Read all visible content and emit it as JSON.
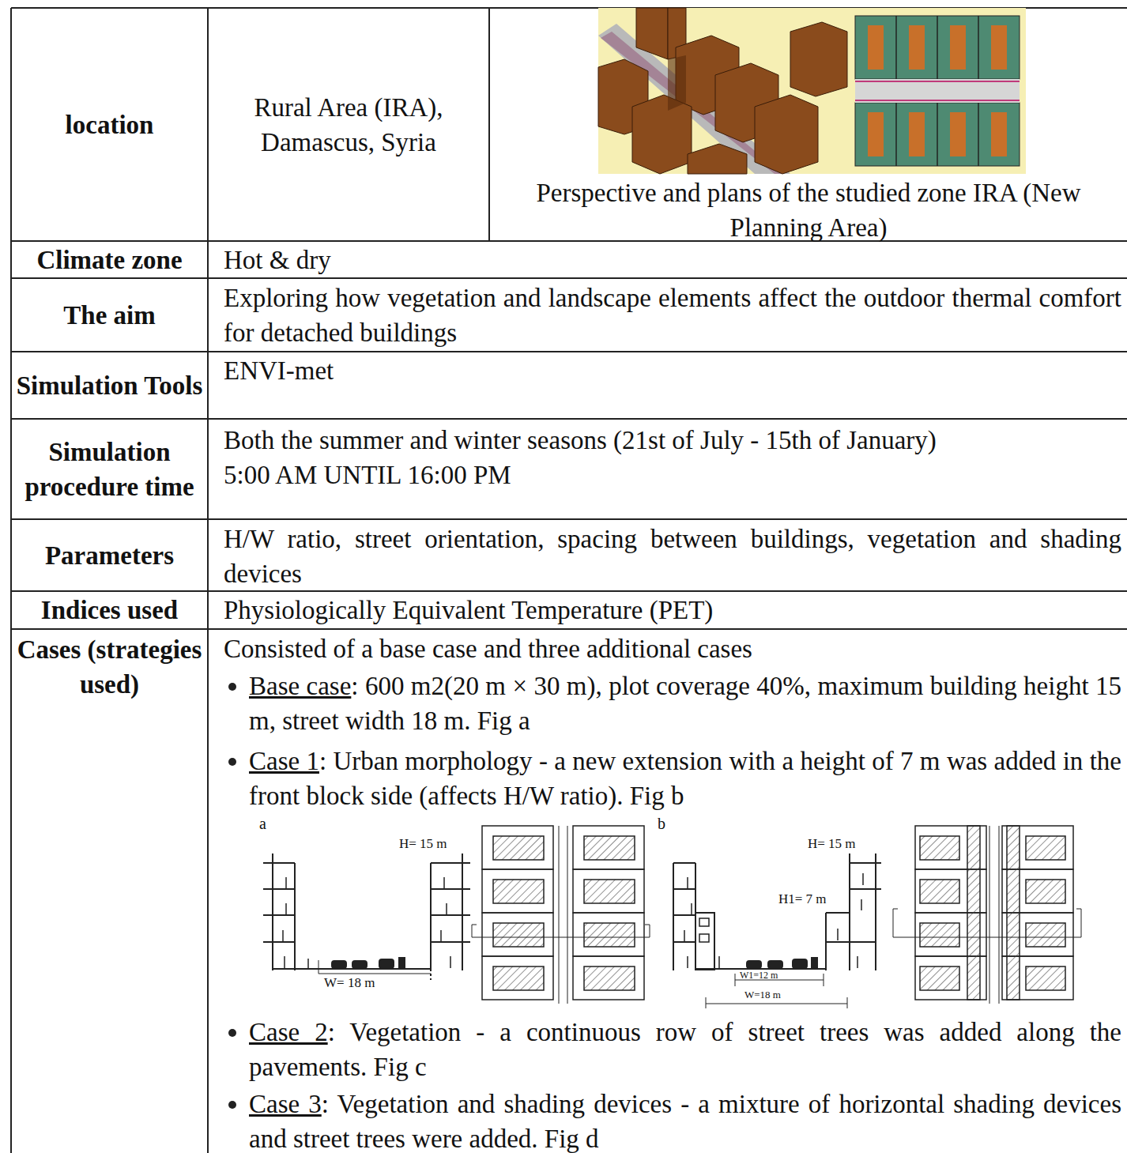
{
  "diagram": {
    "labels": [
      "location",
      "Rural Area (IRA), Damascus, Syria",
      "Perspective and plans of the studied zone IRA (New Planning Area)",
      "Climate zone",
      "Hot & dry",
      "The aim",
      "Exploring how vegetation and landscape elements affect the outdoor thermal comfort for detached buildings",
      "Simulation Tools",
      "ENVI-met",
      "Simulation procedure time",
      "Both the summer and winter seasons (21st of July - 15th of January)",
      "5:00 AM UNTIL 16:00 PM",
      "Parameters",
      "H/W ratio, street orientation, spacing between buildings, vegetation and shading devices",
      "Indices used",
      "Physiologically Equivalent Temperature (PET)",
      "Cases (strategies used)",
      "Consisted of a base case and three additional cases",
      "Base case",
      ": 600 m2(20 m × 30 m), plot coverage 40%, maximum building height 15 m, street width 18 m. Fig a",
      "Case 1",
      ": Urban morphology - a new extension with a height of 7 m was added in the front block side (affects H/W ratio). Fig b",
      "Case 2",
      ": Vegetation - a continuous row of street trees was added along the pavements. Fig c",
      "Case 3",
      ": Vegetation and shading devices - a mixture of horizontal shading devices and street trees were added. Fig d",
      "a",
      "H= 15 m",
      "W= 18 m",
      "b",
      "H= 15 m",
      "H1= 7 m",
      "W1=12 m",
      "W=18 m"
    ]
  }
}
